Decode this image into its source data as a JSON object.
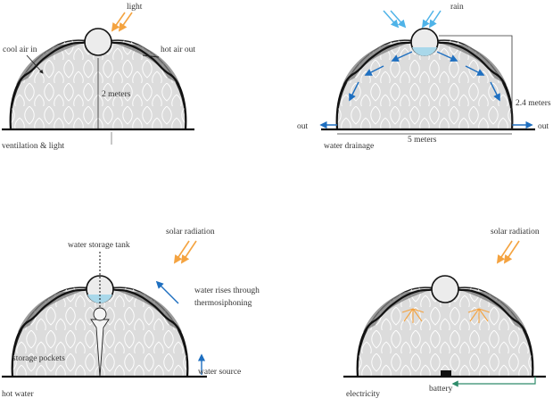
{
  "panels": {
    "ventilation": {
      "caption": "ventilation & light",
      "light": "light",
      "cool_air": "cool air in",
      "hot_air": "hot air out",
      "height": "2 meters"
    },
    "drainage": {
      "caption": "water drainage",
      "rain": "rain",
      "out_left": "out",
      "out_right": "out",
      "height": "2.4 meters",
      "width": "5 meters"
    },
    "hot_water": {
      "caption": "hot water",
      "solar": "solar radiation",
      "tank": "water storage tank",
      "rises_line1": "water rises through",
      "rises_line2": "thermosiphoning",
      "pockets": "storage pockets",
      "source": "water source"
    },
    "electricity": {
      "caption": "electricity",
      "solar": "solar radiation",
      "battery": "battery"
    }
  },
  "colors": {
    "sunlight": "#f4a340",
    "rain": "#4fb3e8",
    "water_flow": "#1e6fc0",
    "tank_water": "#a9d8ea",
    "electric_line": "#2e8b6a"
  }
}
